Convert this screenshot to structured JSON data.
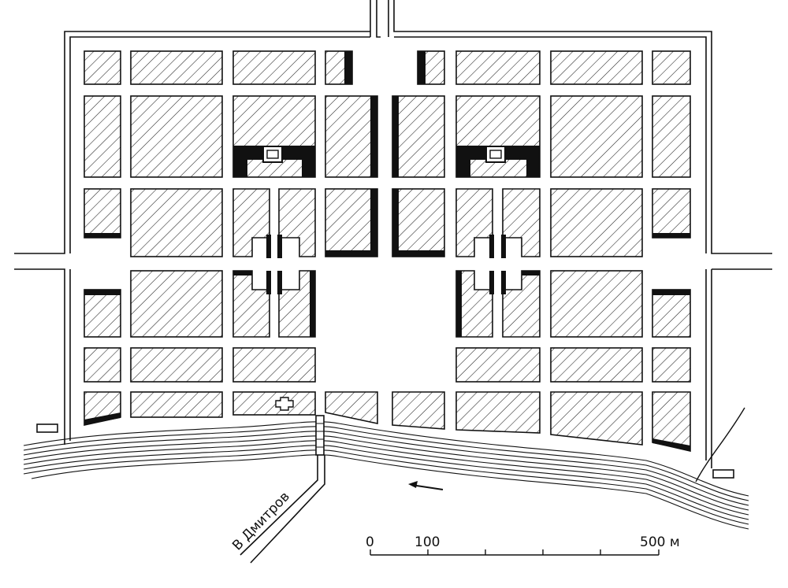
{
  "map": {
    "road_label": "В Дмитров",
    "scale": {
      "ticks": [
        "0",
        "100",
        "500 м"
      ]
    }
  }
}
